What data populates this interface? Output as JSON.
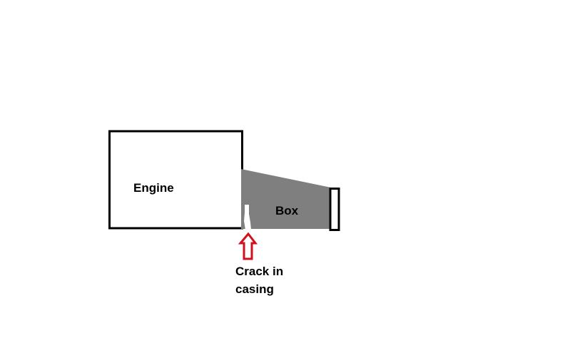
{
  "diagram": {
    "engine": {
      "label": "Engine"
    },
    "box": {
      "label": "Box"
    },
    "crack": {
      "label_line1": "Crack in",
      "label_line2": "casing",
      "arrow_color": "#d0101e"
    },
    "colors": {
      "outline": "#000000",
      "box_fill": "#7f7f7f",
      "crack_fill": "#ffffff",
      "background": "#ffffff"
    }
  }
}
